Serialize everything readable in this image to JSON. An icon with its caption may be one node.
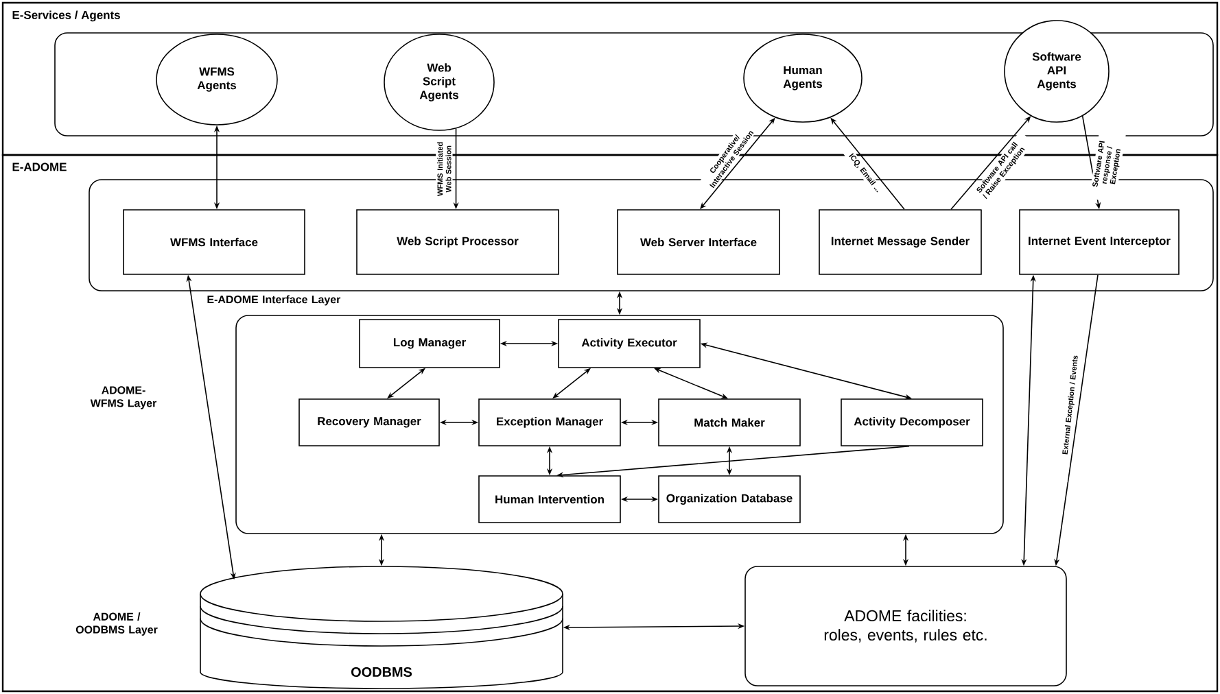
{
  "diagram": {
    "nodes": [
      {
        "text": [
          "E-Services / Agents"
        ]
      },
      {
        "text": [],
        "shape": "box",
        "in": 0
      },
      {
        "text": [
          "WFMS Agents"
        ],
        "in": 1
      },
      {
        "text": [
          "Web Script Agents"
        ],
        "in": 1
      },
      {
        "text": [
          "Human Agents"
        ],
        "in": 1
      },
      {
        "text": [
          "Software API Agents"
        ],
        "in": 0
      },
      {
        "text": [
          "E-ADOME"
        ]
      },
      {
        "text": [],
        "shape": "box",
        "in": 6,
        "beside": [
          "E-ADOME Interface Layer"
        ]
      },
      {
        "text": [
          "WFMS Interface"
        ],
        "in": 7
      },
      {
        "text": [
          "Web Script Processor"
        ],
        "in": 7
      },
      {
        "text": [
          "Web Server Interface"
        ],
        "in": 7
      },
      {
        "text": [
          "Internet Message Sender"
        ],
        "in": 7
      },
      {
        "text": [
          "Internet Event Interceptor"
        ],
        "in": 7
      },
      {
        "text": [],
        "shape": "box",
        "in": 6
      },
      {
        "text": [
          "Log Manager"
        ],
        "in": 13
      },
      {
        "text": [
          "Activity Executor"
        ],
        "in": 13
      },
      {
        "text": [
          "Recovery Manager"
        ],
        "in": 13
      },
      {
        "text": [
          "Exception Manager"
        ],
        "in": 13
      },
      {
        "text": [
          "Match Maker"
        ],
        "in": 13
      },
      {
        "text": [
          "Activity Decomposer"
        ],
        "in": 13
      },
      {
        "text": [
          "Human Intervention"
        ],
        "in": 13
      },
      {
        "text": [
          "Organization Database"
        ],
        "in": 13
      },
      {
        "text": [
          "OODBMS"
        ],
        "in": 6,
        "beside": [
          "ADOME / OODBMS Layer"
        ]
      },
      {
        "text": [
          "ADOME facilities: roles, events, rules etc."
        ],
        "in": 6
      }
    ],
    "edges": [
      {
        "from": 2,
        "to": 8,
        "arrow": "both"
      },
      {
        "from": 3,
        "to": 9,
        "arrow": "to",
        "label": "WFMS Initiated Web Session"
      },
      {
        "from": 10,
        "to": 4,
        "arrow": "both",
        "label": "Cooperative/ Interactive Session"
      },
      {
        "from": 11,
        "to": 4,
        "arrow": "to",
        "label": "ICQ, Email ..."
      },
      {
        "from": 11,
        "to": 5,
        "arrow": "to",
        "label": "Software API call / Raise Exception"
      },
      {
        "from": 5,
        "to": 12,
        "arrow": "to",
        "label": "Software API response / Exception"
      },
      {
        "from": 7,
        "to": 13,
        "arrow": "both"
      },
      {
        "from": 14,
        "to": 15,
        "arrow": "both"
      },
      {
        "from": 14,
        "to": 16,
        "arrow": "both"
      },
      {
        "from": 15,
        "to": 17,
        "arrow": "both"
      },
      {
        "from": 15,
        "to": 18,
        "arrow": "both"
      },
      {
        "from": 15,
        "to": 19,
        "arrow": "both"
      },
      {
        "from": 16,
        "to": 17,
        "arrow": "both"
      },
      {
        "from": 17,
        "to": 18,
        "arrow": "both"
      },
      {
        "from": 17,
        "to": 20,
        "arrow": "both"
      },
      {
        "from": 19,
        "to": 20,
        "arrow": "to"
      },
      {
        "from": 18,
        "to": 21,
        "arrow": "both"
      },
      {
        "from": 20,
        "to": 21,
        "arrow": "both"
      },
      {
        "from": 13,
        "to": 22,
        "arrow": "both"
      },
      {
        "from": 13,
        "to": 23,
        "arrow": "both"
      },
      {
        "from": 8,
        "to": 22,
        "arrow": "both"
      },
      {
        "from": 22,
        "to": 23,
        "arrow": "both"
      },
      {
        "from": 23,
        "to": 12,
        "arrow": "both"
      },
      {
        "from": 12,
        "to": 23,
        "arrow": "to",
        "label": "External Exception / Events"
      }
    ],
    "labels": [
      "ADOME-WFMS Layer"
    ]
  }
}
